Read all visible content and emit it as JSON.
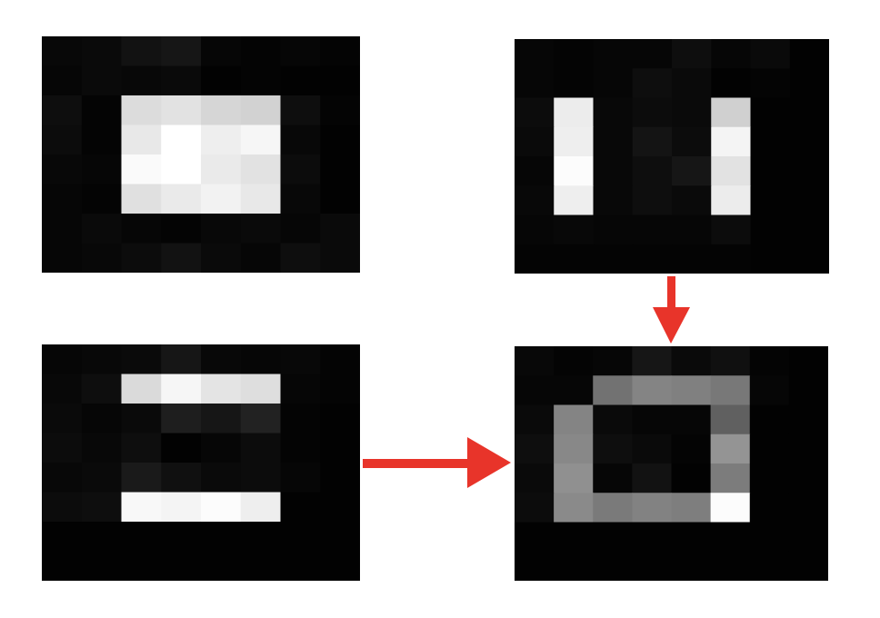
{
  "colors": {
    "arrow": "#e8342a",
    "background": "#ffffff",
    "panel": "#000000"
  },
  "panels": [
    {
      "id": "top-left-filled-rectangle",
      "grid": [
        [
          8,
          10,
          18,
          22,
          6,
          4,
          6,
          4
        ],
        [
          6,
          10,
          8,
          10,
          2,
          4,
          2,
          2
        ],
        [
          14,
          4,
          220,
          226,
          214,
          210,
          14,
          4
        ],
        [
          12,
          4,
          232,
          255,
          238,
          246,
          8,
          2
        ],
        [
          8,
          6,
          250,
          255,
          234,
          226,
          12,
          2
        ],
        [
          6,
          4,
          224,
          234,
          242,
          232,
          8,
          2
        ],
        [
          6,
          10,
          6,
          4,
          8,
          10,
          6,
          10
        ],
        [
          6,
          8,
          12,
          18,
          10,
          6,
          14,
          10
        ]
      ]
    },
    {
      "id": "top-right-vertical-edges",
      "grid": [
        [
          6,
          4,
          6,
          6,
          14,
          6,
          10,
          2
        ],
        [
          6,
          4,
          6,
          14,
          10,
          2,
          4,
          2
        ],
        [
          12,
          236,
          8,
          12,
          10,
          208,
          2,
          2
        ],
        [
          10,
          238,
          8,
          20,
          12,
          244,
          2,
          2
        ],
        [
          6,
          252,
          8,
          14,
          22,
          226,
          2,
          2
        ],
        [
          8,
          238,
          8,
          14,
          10,
          236,
          2,
          2
        ],
        [
          6,
          8,
          6,
          6,
          6,
          12,
          2,
          2
        ],
        [
          4,
          4,
          4,
          4,
          4,
          4,
          2,
          2
        ]
      ]
    },
    {
      "id": "bottom-left-horizontal-edges",
      "grid": [
        [
          6,
          8,
          10,
          22,
          8,
          6,
          8,
          4
        ],
        [
          8,
          14,
          218,
          246,
          228,
          222,
          6,
          4
        ],
        [
          10,
          6,
          10,
          30,
          22,
          34,
          4,
          2
        ],
        [
          12,
          8,
          14,
          2,
          6,
          12,
          4,
          2
        ],
        [
          8,
          10,
          26,
          16,
          10,
          12,
          6,
          2
        ],
        [
          12,
          14,
          248,
          244,
          252,
          238,
          2,
          2
        ],
        [
          2,
          2,
          2,
          2,
          2,
          2,
          2,
          2
        ],
        [
          2,
          2,
          2,
          2,
          2,
          2,
          2,
          2
        ]
      ]
    },
    {
      "id": "bottom-right-combined-outline",
      "grid": [
        [
          8,
          4,
          6,
          22,
          10,
          16,
          4,
          2
        ],
        [
          6,
          6,
          114,
          132,
          128,
          120,
          6,
          2
        ],
        [
          10,
          132,
          10,
          6,
          6,
          96,
          2,
          2
        ],
        [
          14,
          136,
          14,
          10,
          4,
          148,
          2,
          2
        ],
        [
          10,
          144,
          6,
          18,
          2,
          124,
          2,
          2
        ],
        [
          12,
          138,
          122,
          130,
          126,
          252,
          2,
          2
        ],
        [
          2,
          2,
          2,
          2,
          2,
          2,
          2,
          2
        ],
        [
          2,
          2,
          2,
          2,
          2,
          2,
          2,
          2
        ]
      ]
    }
  ]
}
